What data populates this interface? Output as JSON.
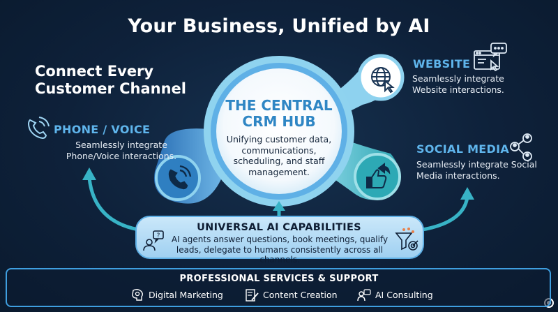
{
  "title": "Your Business, Unified by AI",
  "connect_heading": "Connect Every\nCustomer Channel",
  "hub": {
    "title": "THE CENTRAL CRM HUB",
    "description": "Unifying customer data, communications, scheduling, and staff management."
  },
  "channels": {
    "phone": {
      "title": "PHONE / VOICE",
      "description": "Seamlessly integrate Phone/Voice interactions."
    },
    "website": {
      "title": "WEBSITE",
      "description": "Seamlessly integrate Website interactions."
    },
    "social": {
      "title": "SOCIAL MEDIA",
      "description": "Seamlessly integrate Social Media interactions."
    }
  },
  "ai": {
    "title": "UNIVERSAL AI CAPABILITIES",
    "description": "AI agents answer questions, book meetings, qualify leads, delegate to humans consistently across all channels."
  },
  "services": {
    "title": "PROFESSIONAL SERVICES & SUPPORT",
    "items": [
      {
        "label": "Digital Marketing",
        "icon": "brain-gear-icon"
      },
      {
        "label": "Content Creation",
        "icon": "document-pen-icon"
      },
      {
        "label": "AI Consulting",
        "icon": "person-ai-icon"
      }
    ]
  },
  "colors": {
    "background": "#0e213a",
    "accent": "#5fb5ec",
    "hub_ring": "#8ed2ef",
    "phone_node": "#2f7fc1",
    "social_node": "#2da9b5",
    "ai_bar": "#b6dcf5",
    "border": "#3f9fe0"
  }
}
